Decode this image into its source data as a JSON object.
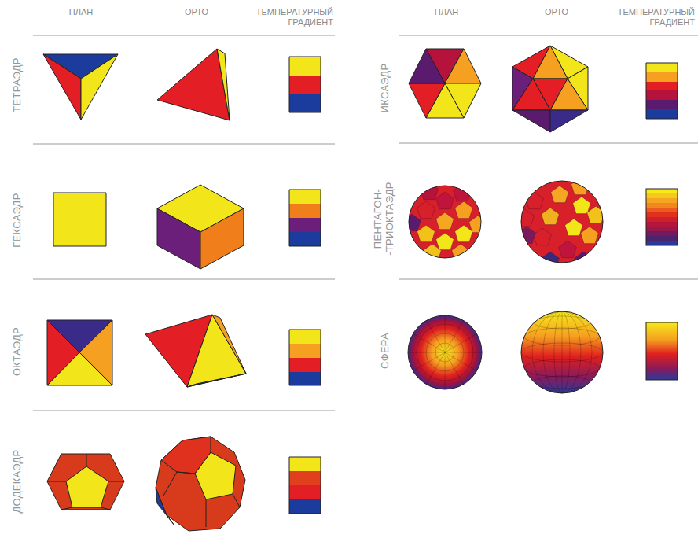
{
  "diagram": {
    "labels": [
      "ПЛАН",
      "ОРТО",
      "ТЕМПЕРАТУРНЫЙ ГРАДИЕНТ",
      "ПЛАН",
      "ОРТО",
      "ТЕМПЕРАТУРНЫЙ ГРАДИЕНТ",
      "ТЕТРАЭДР",
      "ГЕКСАЭДР",
      "ОКТАЭДР",
      "ДОДЕКАЭДР",
      "ИКСАЭДР",
      "ПЕНТАГОН- -ТРИОКТАЭДР",
      "СФЕРА"
    ]
  }
}
